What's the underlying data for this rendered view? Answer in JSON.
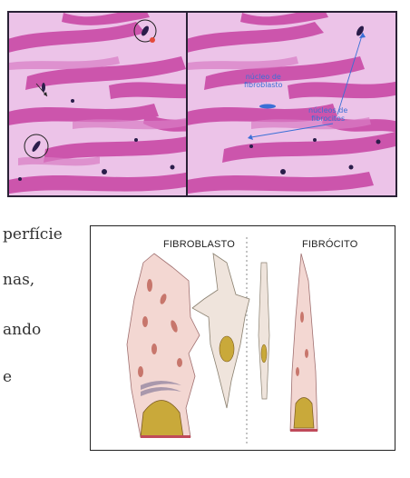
{
  "micrograph": {
    "label_fibroblast": [
      "núcleo de",
      "fibroblasto"
    ],
    "label_fibrocitos": [
      "núcleos de",
      "fibrocitos"
    ]
  },
  "side_text": {
    "line1": "perfície",
    "line2": "nas,",
    "line3": "ando",
    "line4": "e"
  },
  "diagram": {
    "title_left": "FIBROBLASTO",
    "title_right": "FIBRÓCITO"
  },
  "colors": {
    "tissue_bg": "#e9b8e4",
    "fiber": "#c23e9e",
    "nucleus": "#2a1d4a",
    "annotation": "#3a6fd6",
    "cell_fill": "#f3d7d2",
    "nucleus_fill": "#c9a93a"
  }
}
